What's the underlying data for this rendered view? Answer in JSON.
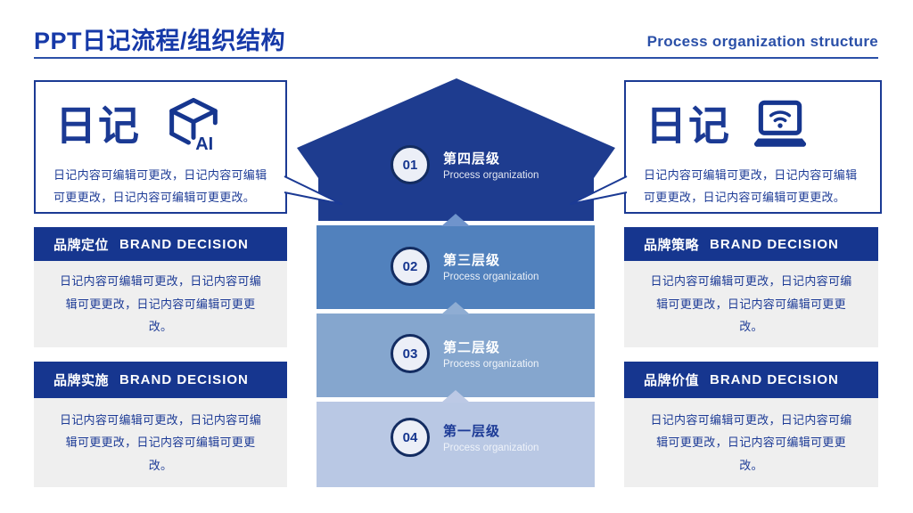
{
  "header": {
    "title": "PPT日记流程/组织结构",
    "subtitle": "Process organization structure"
  },
  "callouts": {
    "left": {
      "title": "日记",
      "icon": "ai-cube-icon",
      "body": "日记内容可编辑可更改，日记内容可编辑可更更改，日记内容可编辑可更更改。"
    },
    "right": {
      "title": "日记",
      "icon": "laptop-wifi-icon",
      "body": "日记内容可编辑可更改，日记内容可编辑可更更改，日记内容可编辑可更更改。"
    }
  },
  "pyramid": {
    "levels": [
      {
        "num": "01",
        "title": "第四层级",
        "subtitle": "Process organization",
        "color": "#1e3c8f"
      },
      {
        "num": "02",
        "title": "第三层级",
        "subtitle": "Process organization",
        "color": "#5181bd"
      },
      {
        "num": "03",
        "title": "第二层级",
        "subtitle": "Process organization",
        "color": "#85a6ce"
      },
      {
        "num": "04",
        "title": "第一层级",
        "subtitle": "Process organization",
        "color": "#b9c8e4"
      }
    ]
  },
  "info_boxes": [
    {
      "heading": "品牌定位",
      "heading_en": "BRAND DECISION",
      "body": "日记内容可编辑可更改，日记内容可编辑可更更改，日记内容可编辑可更更改。"
    },
    {
      "heading": "品牌实施",
      "heading_en": "BRAND DECISION",
      "body": "日记内容可编辑可更改，日记内容可编辑可更更改，日记内容可编辑可更更改。"
    },
    {
      "heading": "品牌策略",
      "heading_en": "BRAND DECISION",
      "body": "日记内容可编辑可更改，日记内容可编辑可更更改，日记内容可编辑可更更改。"
    },
    {
      "heading": "品牌价值",
      "heading_en": "BRAND DECISION",
      "body": "日记内容可编辑可更改，日记内容可编辑可更更改，日记内容可编辑可更更改。"
    }
  ],
  "colors": {
    "title_blue": "#1639a8",
    "navy": "#16368f",
    "house": "#1e3c8f",
    "bar2": "#5181bd",
    "bar3": "#85a6ce",
    "bar4": "#b9c8e4",
    "gray_box": "#efefef",
    "rule": "#2b50a8",
    "body_text": "#1d3b96"
  }
}
